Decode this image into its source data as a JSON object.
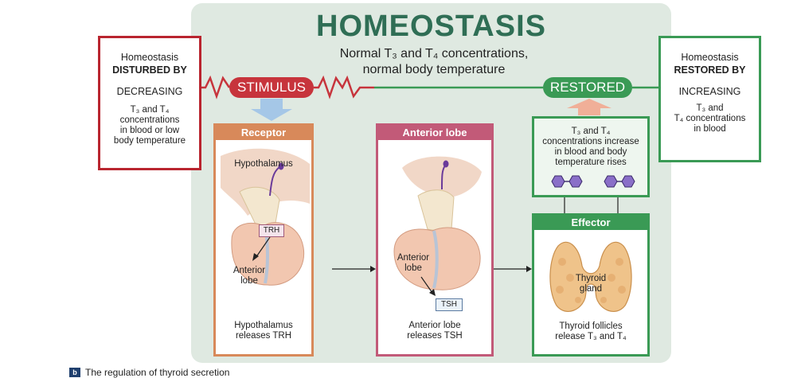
{
  "title": "HOMEOSTASIS",
  "subtitle_lines": [
    "Normal T₃ and T₄ concentrations,",
    "normal body temperature"
  ],
  "stimulus_label": "STIMULUS",
  "restored_label": "RESTORED",
  "left_box": {
    "line1": "Homeostasis",
    "line2": "DISTURBED BY",
    "action": "DECREASING",
    "desc_lines": [
      "T₃ and T₄",
      "concentrations",
      "in blood or low",
      "body temperature"
    ]
  },
  "right_box": {
    "line1": "Homeostasis",
    "line2": "RESTORED BY",
    "action": "INCREASING",
    "desc_lines": [
      "T₃ and",
      "T₄ concentrations",
      "in blood"
    ]
  },
  "receptor": {
    "header": "Receptor",
    "hypothalamus_label": "Hypothalamus",
    "hormone_label": "TRH",
    "anterior_label_lines": [
      "Anterior",
      "lobe"
    ],
    "caption_lines": [
      "Hypothalamus",
      "releases TRH"
    ]
  },
  "anterior": {
    "header": "Anterior lobe",
    "anterior_label_lines": [
      "Anterior",
      "lobe"
    ],
    "hormone_label": "TSH",
    "caption_lines": [
      "Anterior lobe",
      "releases TSH"
    ]
  },
  "effector": {
    "header": "Effector",
    "gland_label_lines": [
      "Thyroid",
      "gland"
    ],
    "caption_lines": [
      "Thyroid follicles",
      "release T₃ and T₄"
    ]
  },
  "result_lines": [
    "T₃ and T₄",
    "concentrations increase",
    "in blood and body",
    "temperature rises"
  ],
  "caption_badge": "b",
  "caption_text": "The regulation of thyroid secretion",
  "colors": {
    "title": "#2f6e55",
    "stimulus": "#c7343c",
    "restored": "#3a9a55",
    "receptor": "#d8895a",
    "anterior": "#c25a78",
    "effector": "#3a9a55"
  }
}
